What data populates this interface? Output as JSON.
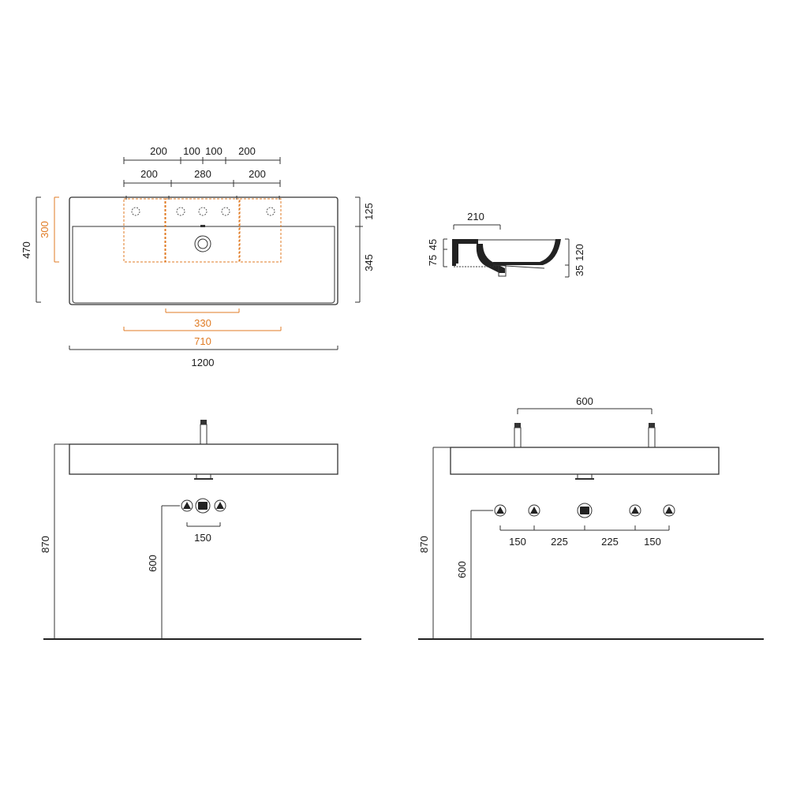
{
  "colors": {
    "line": "#333333",
    "text": "#1a1a1a",
    "accent": "#e07b24",
    "fill_dark": "#222222"
  },
  "top_view": {
    "holes_top_row": [
      "200",
      "100",
      "100",
      "200"
    ],
    "holes_second_row": [
      "200",
      "280",
      "200"
    ],
    "overall_depth": "470",
    "cabinet_depth": "300",
    "back_ledge": "125",
    "basin_depth": "345",
    "drain_zone_width": "330",
    "cabinet_width": "710",
    "overall_width": "1200"
  },
  "section_view": {
    "rim_width": "210",
    "left_small": "45",
    "left_large": "75",
    "right_large": "120",
    "right_small": "35"
  },
  "front_single": {
    "rim_height": "870",
    "wall_outlet_height": "600",
    "wall_outlet_spacing": "150"
  },
  "front_double": {
    "tap_spacing": "600",
    "rim_height": "870",
    "wall_outlet_height": "600",
    "outlet_spacings": [
      "150",
      "225",
      "225",
      "150"
    ]
  }
}
